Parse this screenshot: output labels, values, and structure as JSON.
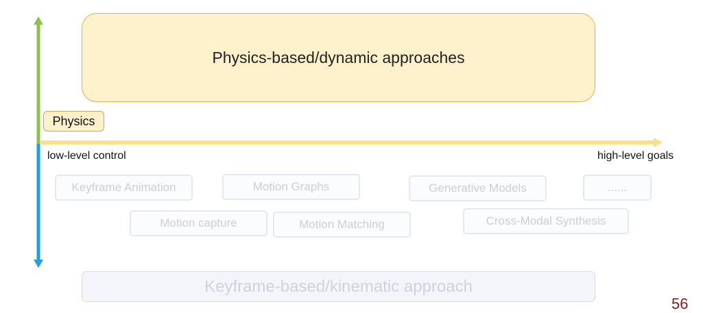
{
  "physics_box": {
    "label": "Physics-based/dynamic approaches"
  },
  "physics_tag": {
    "label": "Physics"
  },
  "axis": {
    "left_label": "low-level control",
    "right_label": "high-level goals"
  },
  "methods": [
    "Keyframe Animation",
    "Motion Graphs",
    "Generative Models",
    "......",
    "Motion capture",
    "Motion Matching",
    "Cross-Modal Synthesis"
  ],
  "kinematic_box": {
    "label": "Keyframe-based/kinematic approach"
  },
  "page_number": "56",
  "colors": {
    "vertical_axis_top": "#8bc34a",
    "vertical_axis_bottom": "#1ba1e2",
    "horizontal_axis": "#f9e08b",
    "page_number": "#8b1a1a"
  }
}
